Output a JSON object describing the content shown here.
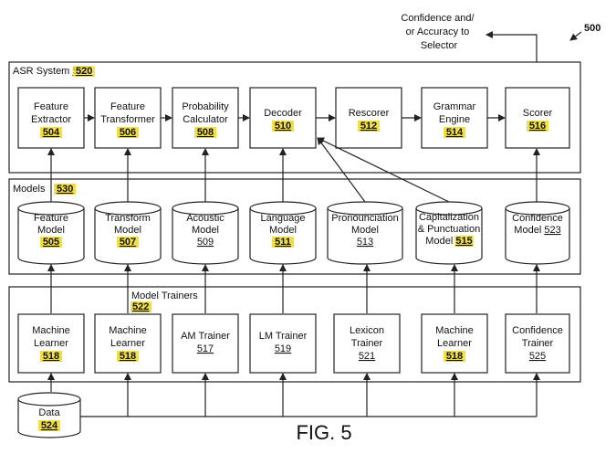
{
  "figure_ref": "500",
  "figure_caption": "FIG. 5",
  "output_text": [
    "Confidence and/",
    "or Accuracy to",
    "Selector"
  ],
  "asr_system": {
    "label": "ASR System",
    "ref": "520",
    "components": [
      {
        "lines": [
          "Feature",
          "Extractor"
        ],
        "ref": "504"
      },
      {
        "lines": [
          "Feature",
          "Transformer"
        ],
        "ref": "506"
      },
      {
        "lines": [
          "Probability",
          "Calculator"
        ],
        "ref": "508"
      },
      {
        "lines": [
          "Decoder"
        ],
        "ref": "510"
      },
      {
        "lines": [
          "Rescorer"
        ],
        "ref": "512"
      },
      {
        "lines": [
          "Grammar",
          "Engine"
        ],
        "ref": "514"
      },
      {
        "lines": [
          "Scorer"
        ],
        "ref": "516"
      }
    ]
  },
  "models": {
    "label": "Models",
    "ref": "530",
    "items": [
      {
        "lines": [
          "Feature",
          "Model"
        ],
        "ref": "505",
        "highlight": true
      },
      {
        "lines": [
          "Transform",
          "Model"
        ],
        "ref": "507",
        "highlight": true
      },
      {
        "lines": [
          "Acoustic",
          "Model"
        ],
        "ref": "509",
        "highlight": false
      },
      {
        "lines": [
          "Language",
          "Model"
        ],
        "ref": "511",
        "highlight": true
      },
      {
        "lines": [
          "Pronounciation",
          "Model"
        ],
        "ref": "513",
        "highlight": false
      },
      {
        "lines": [
          "Capitalization",
          "& Punctuation",
          "Model"
        ],
        "ref": "515",
        "highlight": true
      },
      {
        "lines": [
          "Confidence",
          "Model"
        ],
        "ref": "523",
        "highlight": false
      }
    ]
  },
  "model_trainers": {
    "label": "Model Trainers",
    "ref": "522",
    "items": [
      {
        "lines": [
          "Machine",
          "Learner"
        ],
        "ref": "518",
        "highlight": true
      },
      {
        "lines": [
          "Machine",
          "Learner"
        ],
        "ref": "518",
        "highlight": true
      },
      {
        "lines": [
          "AM Trainer"
        ],
        "ref": "517",
        "highlight": false
      },
      {
        "lines": [
          "LM Trainer"
        ],
        "ref": "519",
        "highlight": false
      },
      {
        "lines": [
          "Lexicon",
          "Trainer"
        ],
        "ref": "521",
        "highlight": false
      },
      {
        "lines": [
          "Machine",
          "Learner"
        ],
        "ref": "518",
        "highlight": true
      },
      {
        "lines": [
          "Confidence",
          "Trainer"
        ],
        "ref": "525",
        "highlight": false
      }
    ]
  },
  "data_store": {
    "label": "Data",
    "ref": "524"
  },
  "colors": {
    "highlight": "#f2df43",
    "stroke": "#222222"
  }
}
